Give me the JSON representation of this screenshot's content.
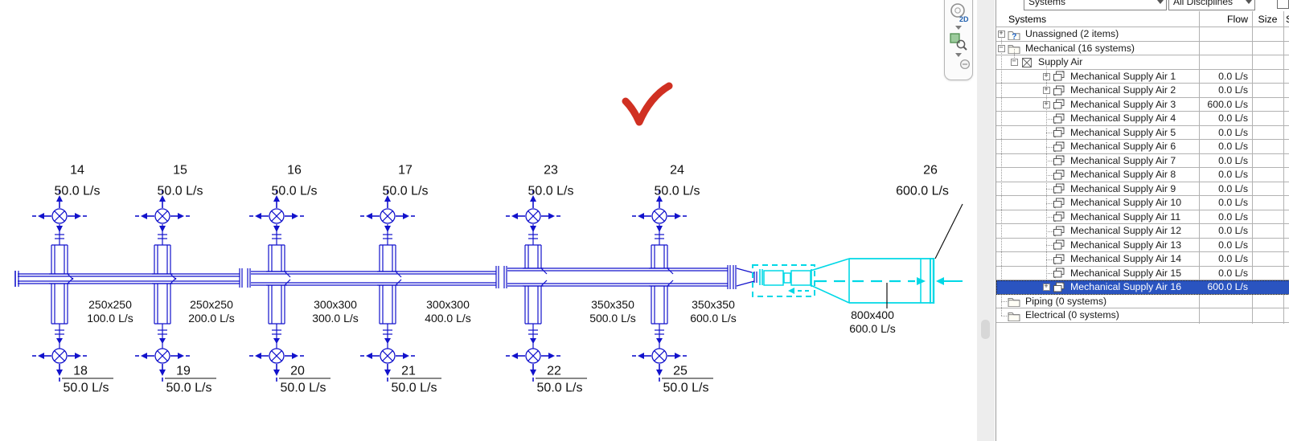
{
  "drawing": {
    "top_diffusers": [
      {
        "number": "14",
        "flow": "50.0 L/s"
      },
      {
        "number": "15",
        "flow": "50.0 L/s"
      },
      {
        "number": "16",
        "flow": "50.0 L/s"
      },
      {
        "number": "17",
        "flow": "50.0 L/s"
      },
      {
        "number": "23",
        "flow": "50.0 L/s"
      },
      {
        "number": "24",
        "flow": "50.0 L/s"
      }
    ],
    "bottom_diffusers": [
      {
        "number": "18",
        "flow": "50.0 L/s"
      },
      {
        "number": "19",
        "flow": "50.0 L/s"
      },
      {
        "number": "20",
        "flow": "50.0 L/s"
      },
      {
        "number": "21",
        "flow": "50.0 L/s"
      },
      {
        "number": "22",
        "flow": "50.0 L/s"
      },
      {
        "number": "25",
        "flow": "50.0 L/s"
      }
    ],
    "duct_labels": [
      {
        "size": "250x250",
        "flow": "100.0 L/s"
      },
      {
        "size": "250x250",
        "flow": "200.0 L/s"
      },
      {
        "size": "300x300",
        "flow": "300.0 L/s"
      },
      {
        "size": "300x300",
        "flow": "400.0 L/s"
      },
      {
        "size": "350x350",
        "flow": "500.0 L/s"
      },
      {
        "size": "350x350",
        "flow": "600.0 L/s"
      }
    ],
    "main_duct_label": {
      "size": "800x400",
      "flow": "600.0 L/s"
    },
    "end_tag": {
      "number": "26",
      "flow": "600.0 L/s"
    },
    "colors": {
      "duct": "#1212cc",
      "selected_element": "#00d8e6",
      "annotation": "#d03022",
      "tag_text": "#111111"
    }
  },
  "annotation": {
    "type": "checkmark"
  },
  "navbar": {
    "icons": [
      "steering-wheel-2d-icon",
      "dropdown-caret",
      "zoom-region-icon",
      "dropdown-caret",
      "zoom-minus-icon"
    ]
  },
  "panel": {
    "filter_combo": "Systems",
    "discipline_combo": "All Disciplines",
    "columns": {
      "systems": "Systems",
      "flow": "Flow",
      "size": "Size",
      "extra": "S"
    },
    "rows": [
      {
        "label": "Unassigned (2 items)",
        "flow": "",
        "level": 0,
        "expander": "plus",
        "icon": "folder-question",
        "selected": false
      },
      {
        "label": "Mechanical (16 systems)",
        "flow": "",
        "level": 0,
        "expander": "minus",
        "icon": "folder",
        "selected": false
      },
      {
        "label": "Supply Air",
        "flow": "",
        "level": 1,
        "expander": "minus",
        "icon": "zone",
        "selected": false
      },
      {
        "label": "Mechanical Supply Air 1",
        "flow": "0.0 L/s",
        "level": 2,
        "expander": "plus",
        "icon": "system",
        "selected": false
      },
      {
        "label": "Mechanical Supply Air 2",
        "flow": "0.0 L/s",
        "level": 2,
        "expander": "plus",
        "icon": "system",
        "selected": false
      },
      {
        "label": "Mechanical Supply Air 3",
        "flow": "600.0 L/s",
        "level": 2,
        "expander": "plus",
        "icon": "system",
        "selected": false
      },
      {
        "label": "Mechanical Supply Air 4",
        "flow": "0.0 L/s",
        "level": 2,
        "expander": "none",
        "icon": "system",
        "selected": false
      },
      {
        "label": "Mechanical Supply Air 5",
        "flow": "0.0 L/s",
        "level": 2,
        "expander": "none",
        "icon": "system",
        "selected": false
      },
      {
        "label": "Mechanical Supply Air 6",
        "flow": "0.0 L/s",
        "level": 2,
        "expander": "none",
        "icon": "system",
        "selected": false
      },
      {
        "label": "Mechanical Supply Air 7",
        "flow": "0.0 L/s",
        "level": 2,
        "expander": "none",
        "icon": "system",
        "selected": false
      },
      {
        "label": "Mechanical Supply Air 8",
        "flow": "0.0 L/s",
        "level": 2,
        "expander": "none",
        "icon": "system",
        "selected": false
      },
      {
        "label": "Mechanical Supply Air 9",
        "flow": "0.0 L/s",
        "level": 2,
        "expander": "none",
        "icon": "system",
        "selected": false
      },
      {
        "label": "Mechanical Supply Air 10",
        "flow": "0.0 L/s",
        "level": 2,
        "expander": "none",
        "icon": "system",
        "selected": false
      },
      {
        "label": "Mechanical Supply Air 11",
        "flow": "0.0 L/s",
        "level": 2,
        "expander": "none",
        "icon": "system",
        "selected": false
      },
      {
        "label": "Mechanical Supply Air 12",
        "flow": "0.0 L/s",
        "level": 2,
        "expander": "none",
        "icon": "system",
        "selected": false
      },
      {
        "label": "Mechanical Supply Air 13",
        "flow": "0.0 L/s",
        "level": 2,
        "expander": "none",
        "icon": "system",
        "selected": false
      },
      {
        "label": "Mechanical Supply Air 14",
        "flow": "0.0 L/s",
        "level": 2,
        "expander": "none",
        "icon": "system",
        "selected": false
      },
      {
        "label": "Mechanical Supply Air 15",
        "flow": "0.0 L/s",
        "level": 2,
        "expander": "none",
        "icon": "system",
        "selected": false
      },
      {
        "label": "Mechanical Supply Air 16",
        "flow": "600.0 L/s",
        "level": 2,
        "expander": "plus",
        "icon": "system",
        "selected": true
      },
      {
        "label": "Piping (0 systems)",
        "flow": "",
        "level": 0,
        "expander": "none",
        "icon": "folder",
        "selected": false
      },
      {
        "label": "Electrical (0 systems)",
        "flow": "",
        "level": 0,
        "expander": "none",
        "icon": "folder",
        "selected": false
      }
    ]
  }
}
